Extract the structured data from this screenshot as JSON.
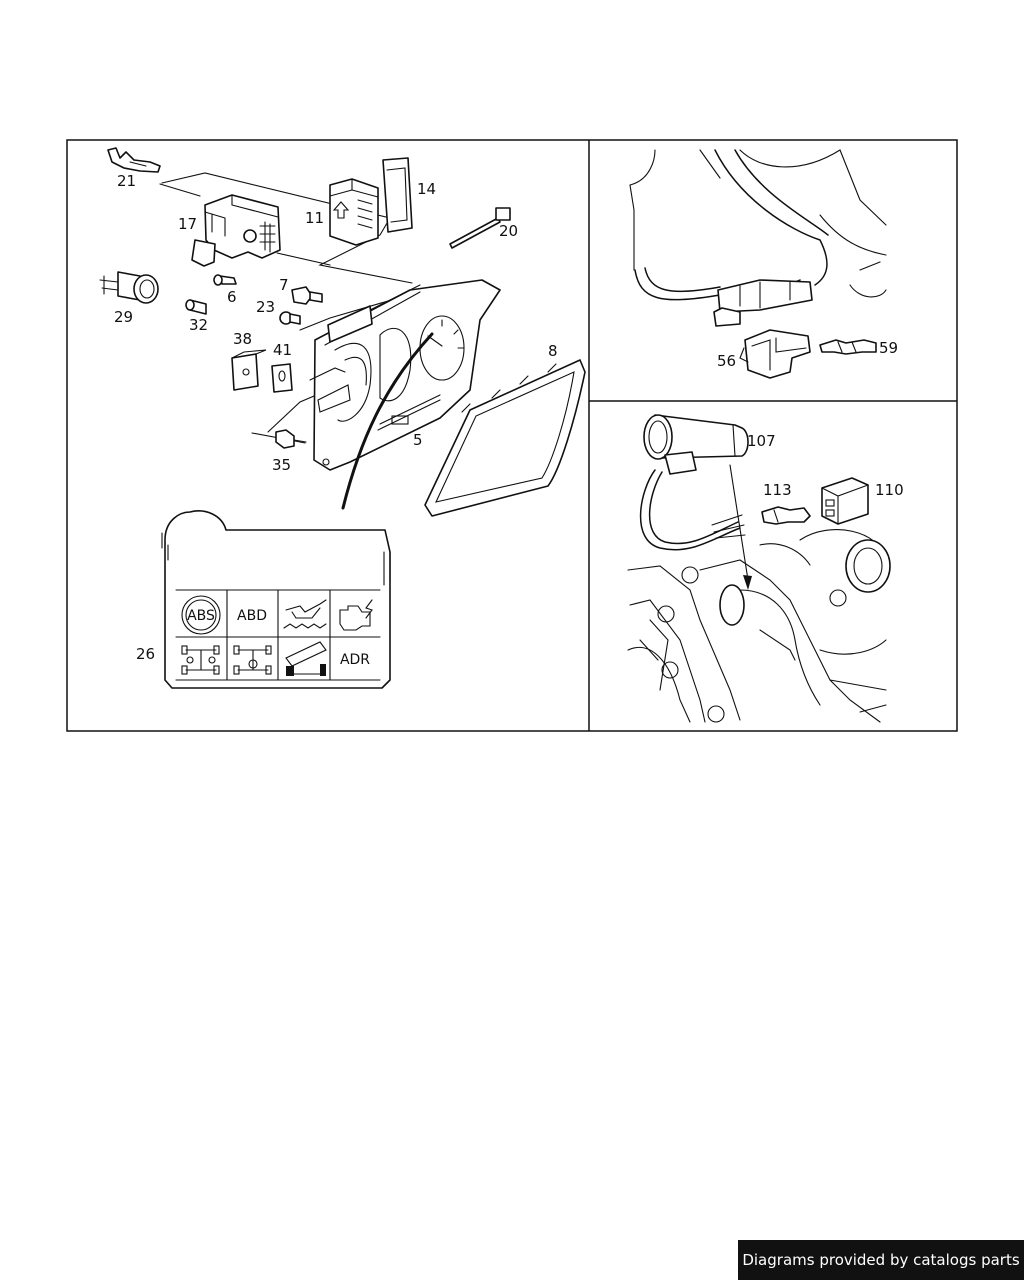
{
  "diagram": {
    "callouts_main": [
      "21",
      "17",
      "11",
      "14",
      "20",
      "29",
      "6",
      "7",
      "23",
      "32",
      "38",
      "41",
      "35",
      "5",
      "8",
      "26"
    ],
    "callouts_top_right": [
      "56",
      "59"
    ],
    "callouts_bottom_right": [
      "107",
      "113",
      "110"
    ],
    "warning_lamps": [
      "ABS",
      "ABD",
      "ADR"
    ]
  },
  "footer": {
    "credit": "Diagrams provided by catalogs parts"
  }
}
